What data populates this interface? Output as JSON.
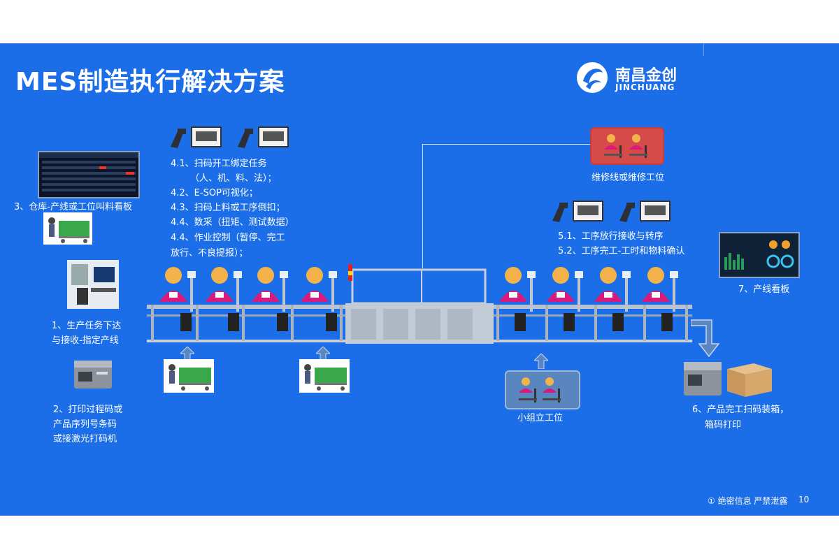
{
  "title": "MES制造执行解决方案",
  "logo": {
    "cn": "南昌金创",
    "en": "JINCHUANG"
  },
  "labels": {
    "l3": "3、仓库-产线或工位叫料看板",
    "l1a": "1、生产任务下达",
    "l1b": "与接收-指定产线",
    "l2a": "2、打印过程码或",
    "l2b": "产品序列号条码",
    "l2c": "或接激光打码机",
    "l41a": "4.1、扫码开工绑定任务",
    "l41b": "（人、机、料、法）；",
    "l42": "4.2、E-SOP可视化；",
    "l43": "4.3、扫码上料或工序倒扣；",
    "l44a": "4.4、数采（扭矩、测试数据）",
    "l44b": "4.4、作业控制（暂停、完工",
    "l44c": "放行、不良提报）；",
    "repair": "维修线或维修工位",
    "l51": "5.1、工序放行接收与转序",
    "l52": "5.2、工序完工-工时和物料确认",
    "l7": "7、产线看板",
    "l6a": "6、产品完工扫码装箱，",
    "l6b": "箱码打印",
    "group": "小组立工位"
  },
  "footer": {
    "confidential": "① 绝密信息 严禁泄露",
    "page": "10"
  },
  "colors": {
    "background": "#1b6ee8",
    "worker_body": "#d81b7a",
    "worker_head": "#f3b24a",
    "repair_box": "#d64a4a"
  }
}
